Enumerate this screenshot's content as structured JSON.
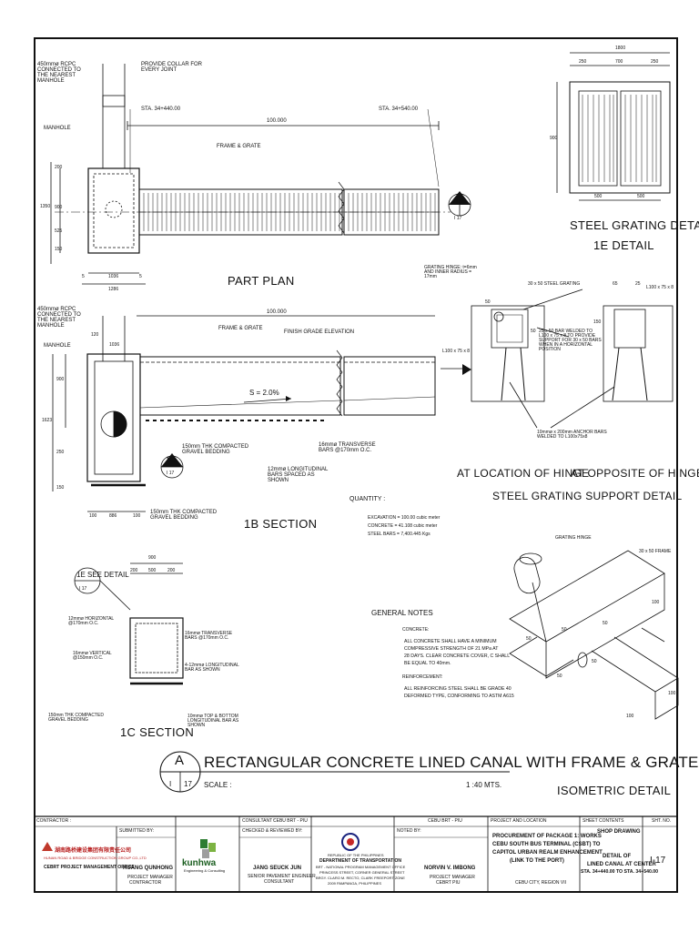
{
  "views": {
    "part_plan": {
      "title": "PART PLAN",
      "callouts": [
        "450mmø RCPC CONNECTED TO THE NEAREST MANHOLE",
        "PROVIDE COLLAR FOR EVERY JOINT",
        "MANHOLE",
        "FRAME & GRATE",
        "STA. 34+440.00",
        "STA. 34+540.00"
      ],
      "dims": [
        "100.000",
        "200",
        "1350",
        "900",
        "525",
        "150",
        "5",
        "1036",
        "5",
        "1286"
      ],
      "section_mark": "1B",
      "section_sheet": "I 17"
    },
    "steel_grating": {
      "title": "STEEL GRATING DETAIL",
      "subtitle": "1E DETAIL",
      "dims_top": [
        "1800",
        "250",
        "700",
        "250"
      ],
      "dim_side": "900",
      "dims_bottom": [
        "500",
        "500"
      ]
    },
    "section_1b": {
      "title": "1B SECTION",
      "callouts": [
        "450mmø RCPC CONNECTED TO THE NEAREST MANHOLE",
        "MANHOLE",
        "FRAME & GRATE",
        "FINISH GRADE ELEVATION",
        "150mm THK COMPACTED GRAVEL BEDDING",
        "16mmø TRANSVERSE BARS @170mm O.C.",
        "12mmø LONGITUDINAL BARS SPACED AS SHOWN",
        "150mm THK COMPACTED GRAVEL BEDDING"
      ],
      "slope": "S = 2.0%",
      "dims": [
        "100.000",
        "120",
        "1036",
        "900",
        "1623",
        "250",
        "150",
        "100",
        "886",
        "100"
      ],
      "section_mark": "1C",
      "section_sheet": "I 17"
    },
    "support_detail": {
      "title_line1": "AT LOCATION OF HINGE",
      "title_line1b": "AT OPPOSITE OF HINGE",
      "title_line2": "STEEL GRATING SUPPORT DETAIL",
      "callouts": [
        "GRATING HINGE: t=6mm AND INNER RADIUS = 17mm",
        "30 x 50 STEEL GRATING",
        "25 x 50 BAR WELDED TO L100 x 75 x 8 TO PROVIDE SUPPORT FOR 30 x 50 BARS WHEN IN A HORIZONTAL POSITION",
        "L100 x 75 x 8",
        "L100 x 75 x 8",
        "10mmø x 200mm ANCHOR BARS WELDED TO L100x75x8",
        "65",
        "25",
        "150",
        "50",
        "50"
      ]
    },
    "quantity": {
      "title": "QUANTITY :",
      "lines": [
        "EXCAVATION = 100.00 cubic meter",
        "CONCRETE = 41.108 cubic meter",
        "STEEL BARS = 7,400.445 Kgs"
      ]
    },
    "section_1c": {
      "title": "1C SECTION",
      "see_detail": "1E SEE DETAIL",
      "see_sheet": "I 17",
      "callouts": [
        "12mmø HORIZONTAL @170mm O.C.",
        "16mmø VERTICAL @150mm O.C.",
        "16mmø TRANSVERSE BARS @170mm O.C.",
        "4-12mmø LONGITUDINAL BAR AS SHOWN",
        "150mm THK COMPACTED GRAVEL BEDDING",
        "10mmø TOP & BOTTOM LONGITUDINAL BAR AS SHOWN"
      ],
      "dims": [
        "900",
        "200",
        "500",
        "200"
      ]
    },
    "general_notes": {
      "title": "GENERAL NOTES",
      "concrete_heading": "CONCRETE:",
      "concrete_text": [
        "ALL CONCRETE SHALL HAVE A MINIMUM",
        "COMPRESSIVE STRENGTH OF 21 MPa AT",
        "28 DAYS. CLEAR CONCRETE COVER, C SHALL",
        "BE EQUAL TO 40mm."
      ],
      "reinf_heading": "REINFORCEMENT:",
      "reinf_text": [
        "ALL REINFORCING STEEL SHALL BE GRADE 40",
        "DEFORMED TYPE, CONFORMING TO ASTM A615"
      ]
    },
    "isometric": {
      "title": "ISOMETRIC DETAIL",
      "callouts": [
        "GRATING HINGE",
        "30 x 50 FRAME"
      ],
      "dims": [
        "50",
        "50",
        "50",
        "100",
        "100",
        "100",
        "50",
        "50"
      ]
    },
    "main_title": {
      "letter": "A",
      "sheet_a": "I",
      "sheet_b": "17",
      "text": "RECTANGULAR CONCRETE LINED CANAL WITH FRAME & GRATE",
      "scale_label": "SCALE :",
      "scale_value": "1 :40 MTS."
    }
  },
  "title_block": {
    "contractor_label": "CONTRACTOR :",
    "contractor_name_cn": "湖南路桥建设集团有限责任公司",
    "contractor_name_en": "HUNAN ROAD & BRIDGE CONSTRUCTION GROUP CO.,LTD",
    "pmo_label": "CEBRT PROJECT MANAGEMENT OFFICE",
    "submitted_label": "SUBMITTED BY:",
    "submitted_name": "HUANG QUNHONG",
    "submitted_role": [
      "PROJECT MANAGER",
      "CONTRACTOR"
    ],
    "consultant_logo": "kunhwa",
    "consultant_logo_sub": "Engineering & Consulting",
    "consultant_label": "CONSULTANT :",
    "consultant_unit": "CEBU BRT - PIU",
    "checked_label": "CHECKED & REVIEWED BY:",
    "checked_name": "JANG SEUCK JUN",
    "checked_role": [
      "SENIOR PAVEMENT ENGINEER",
      "CONSULTANT"
    ],
    "dotr_lines": [
      "REPUBLIC OF THE PHILIPPINES",
      "DEPARTMENT OF TRANSPORTATION",
      "BRT - NATIONAL PROGRAM MANAGEMENT OFFICE",
      "PRINCESS STREET, CORNER GENERAL STREET",
      "BRGY. CLARO M. RECTO, CLARK FREEPORT ZONE",
      "2009 PAMPANGA, PHILIPPINES"
    ],
    "noted_label": "NOTED BY:",
    "noted_unit": "CEBU BRT - PIU",
    "noted_name": "NORVIN V. IMBONG",
    "noted_role": [
      "PROJECT MANAGER",
      "CEBRT PIU"
    ],
    "project_label": "PROJECT AND LOCATION",
    "project_text": [
      "PROCUREMENT OF PACKAGE 1: WORKS",
      "CEBU SOUTH BUS TERMINAL (CSBT) TO",
      "CAPITOL URBAN REALM ENHANCEMENT",
      "(LINK TO THE PORT)"
    ],
    "project_location": "CEBU CITY, REGION VII",
    "contents_label": "SHEET CONTENTS",
    "contents_type": "SHOP DRAWING",
    "contents_text": [
      "DETAIL OF",
      "LINED CANAL AT CENTER",
      "STA. 34+440.00 TO STA. 34+540.00"
    ],
    "sheet_no_label": "SHT. NO.",
    "sheet_no": "I-17"
  }
}
